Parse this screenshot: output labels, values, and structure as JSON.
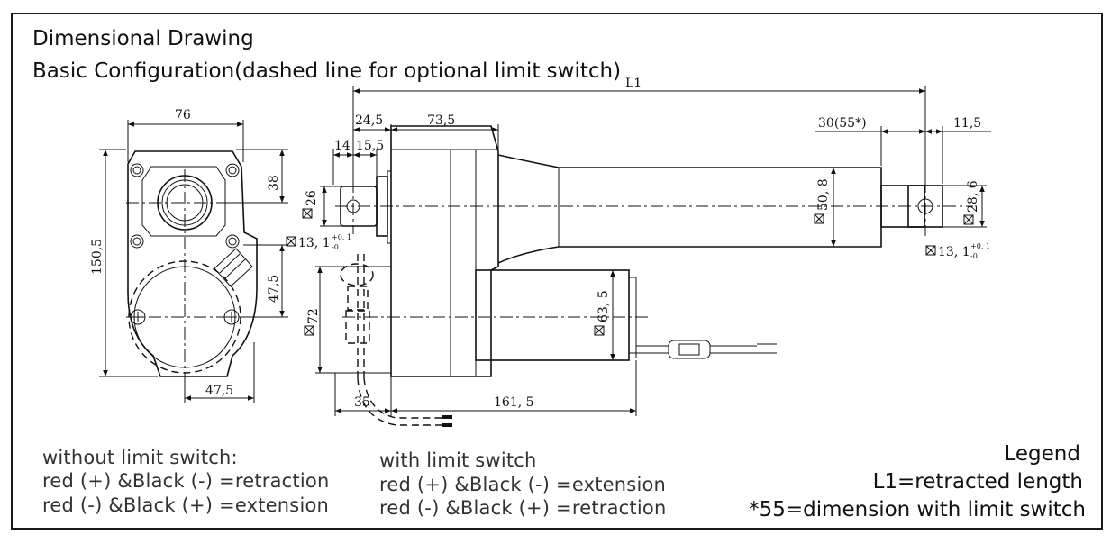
{
  "title": "Dimensional Drawing",
  "subtitle": "Basic Configuration(dashed line for optional limit switch)",
  "dimensions": {
    "width_76": "76",
    "height_150_5": "150,5",
    "top_38": "38",
    "right_47_5": "47,5",
    "bottom_47_5": "47,5",
    "rod_end_14": "14",
    "rod_end_15_5": "15,5",
    "offset_24_5": "24,5",
    "body_73_5": "73,5",
    "l1": "L1",
    "stroke_30": "30(55*)",
    "tip_11_5": "11,5",
    "hole_26": "26",
    "pin_13_1_rear": "13, 1",
    "pin_13_1_front": "13, 1",
    "tol_plus": "+0, 1",
    "tol_minus": "-0",
    "rod_50_8": "50, 8",
    "rod_28_6": "28, 6",
    "motor_63_5": "63, 5",
    "housing_72": "72",
    "bottom_35": "35",
    "bottom_161_5": "161, 5"
  },
  "wiring_without": {
    "heading": "without limit switch:",
    "line1": "red (+) &Black (-) =retraction",
    "line2": "red (-) &Black (+) =extension"
  },
  "wiring_with": {
    "heading": "with limit switch",
    "line1": "red (+) &Black (-) =extension",
    "line2": "red (-) &Black (+) =retraction"
  },
  "legend": {
    "heading": "Legend",
    "l1": "L1=retracted length",
    "star": "*55=dimension with limit switch"
  }
}
